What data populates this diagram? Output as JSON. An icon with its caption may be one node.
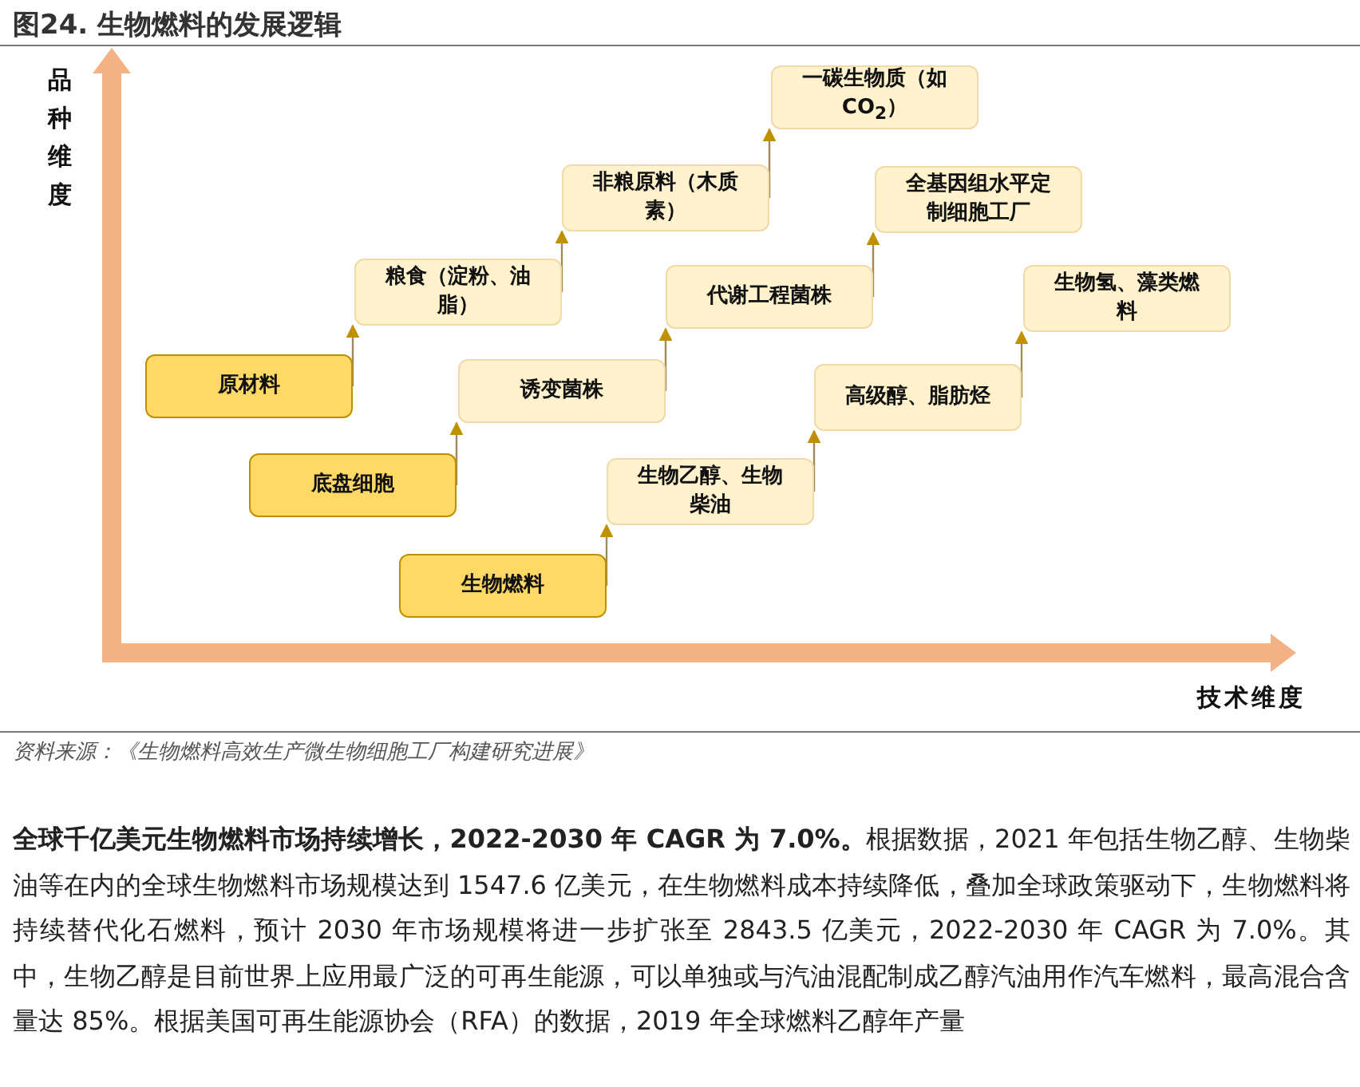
{
  "diagram": {
    "title": "图24. 生物燃料的发展逻辑",
    "caption": "资料来源：《生物燃料高效生产微生物细胞工厂构建研究进展》",
    "nodes": [
      {
        "text": [
          "原材料"
        ]
      },
      {
        "text": [
          "粮食（淀粉、油脂）"
        ]
      },
      {
        "text": [
          "非粮原料（木质素）"
        ]
      },
      {
        "text": [
          "一碳生物质（如CO$_{2}$）"
        ]
      },
      {
        "text": [
          "底盘细胞"
        ]
      },
      {
        "text": [
          "诱变菌株"
        ]
      },
      {
        "text": [
          "代谢工程菌株"
        ]
      },
      {
        "text": [
          "全基因组水平定制细胞工厂"
        ]
      },
      {
        "text": [
          "生物燃料"
        ]
      },
      {
        "text": [
          "生物乙醇、生物柴油"
        ]
      },
      {
        "text": [
          "高级醇、脂肪烃"
        ]
      },
      {
        "text": [
          "生物氢、藻类燃料"
        ]
      }
    ],
    "edges": [
      {
        "from": 0,
        "to": 1,
        "arrow": "to"
      },
      {
        "from": 1,
        "to": 2,
        "arrow": "to"
      },
      {
        "from": 2,
        "to": 3,
        "arrow": "to"
      },
      {
        "from": 4,
        "to": 5,
        "arrow": "to"
      },
      {
        "from": 5,
        "to": 6,
        "arrow": "to"
      },
      {
        "from": 6,
        "to": 7,
        "arrow": "to"
      },
      {
        "from": 8,
        "to": 9,
        "arrow": "to"
      },
      {
        "from": 9,
        "to": 10,
        "arrow": "to"
      },
      {
        "from": 10,
        "to": 11,
        "arrow": "to"
      }
    ],
    "labels": [
      "品种维度",
      "技术维度",
      "**全球千亿美元生物燃料市场持续增长，2022-2030 年 CAGR 为 7.0%。**根据数据，2021 年包括生物乙醇、生物柴油等在内的全球生物燃料市场规模达到 1547.6 亿美元，在生物燃料成本持续降低，叠加全球政策驱动下，生物燃料将持续替代化石燃料，预计 2030 年市场规模将进一步扩张至 2843.5 亿美元，2022-2030 年 CAGR 为 7.0%。其中，生物乙醇是目前世界上应用最广泛的可再生能源，可以单独或与汽油混配制成乙醇汽油用作汽车燃料，最高混合含量达 85%。根据美国可再生能源协会（RFA）的数据，2019 年全球燃料乙醇年产量"
    ]
  }
}
